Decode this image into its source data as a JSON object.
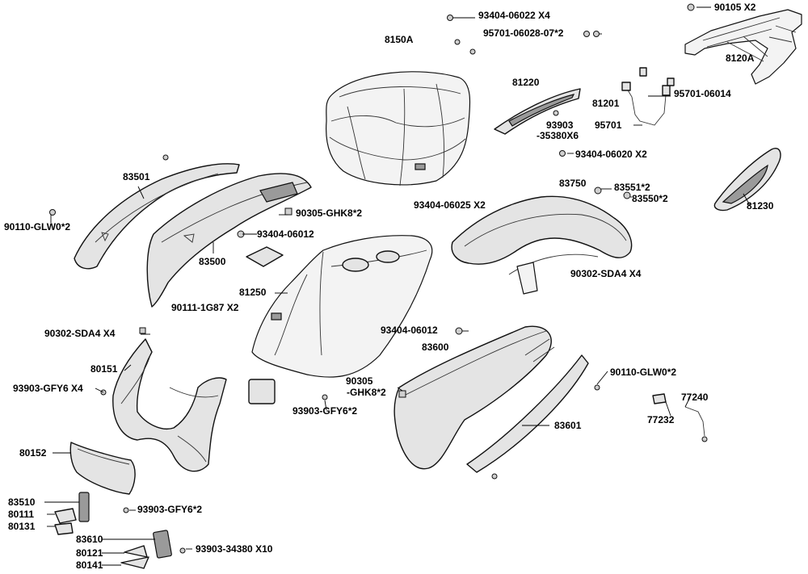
{
  "labels": {
    "p90105": "90105  X2",
    "p93404a": "93404-06022 X4",
    "p95701a": "95701-06028-07*2",
    "p8150A": "8150A",
    "p8120A": "8120A",
    "p81220": "81220",
    "p81201": "81201",
    "p95701b": "95701-06014",
    "p93903a": "93903",
    "p35380": "-35380X6",
    "p95701c": "95701",
    "p93404b": "93404-06020 X2",
    "p83501": "83501",
    "p83750": "83750",
    "p83551": "83551*2",
    "p83550": "83550*2",
    "p81230": "81230",
    "p90110a": "90110-GLW0*2",
    "p90305a": "90305-GHK8*2",
    "p93404c": "93404-06025 X2",
    "p93404d": "93404-06012",
    "p83500": "83500",
    "p90302a": "90302-SDA4 X4",
    "p81250": "81250",
    "p90111": "90111-1G87 X2",
    "p90302b": "90302-SDA4 X4",
    "p93404e": "93404-06012",
    "p83600": "83600",
    "p80151": "80151",
    "p90305b": "90305",
    "p90305c": "-GHK8*2",
    "p90110b": "90110-GLW0*2",
    "p93903b": "93903-GFY6 X4",
    "p77240": "77240",
    "p93903c": "93903-GFY6*2",
    "p77232": "77232",
    "p83601": "83601",
    "p80152": "80152",
    "p83510": "83510",
    "p93903d": "93903-GFY6*2",
    "p80111": "80111",
    "p80131": "80131",
    "p83610": "83610",
    "p93903e": "93903-34380 X10",
    "p80121": "80121",
    "p80141": "80141"
  }
}
